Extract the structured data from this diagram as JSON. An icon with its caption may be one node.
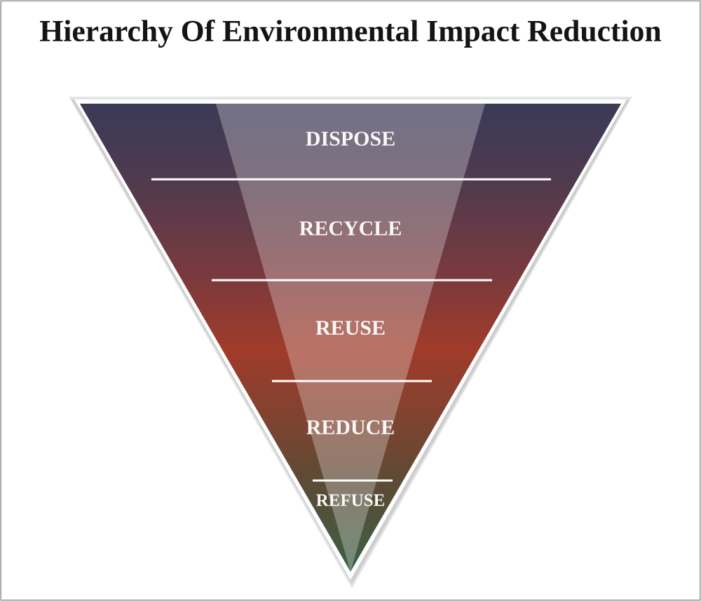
{
  "diagram": {
    "title": "Hierarchy Of Environmental Impact Reduction",
    "nodes": [
      {
        "text": [
          "DISPOSE"
        ]
      },
      {
        "text": [
          "RECYCLE"
        ]
      },
      {
        "text": [
          "REUSE"
        ]
      },
      {
        "text": [
          "REDUCE"
        ]
      },
      {
        "text": [
          "REFUSE"
        ]
      }
    ]
  }
}
